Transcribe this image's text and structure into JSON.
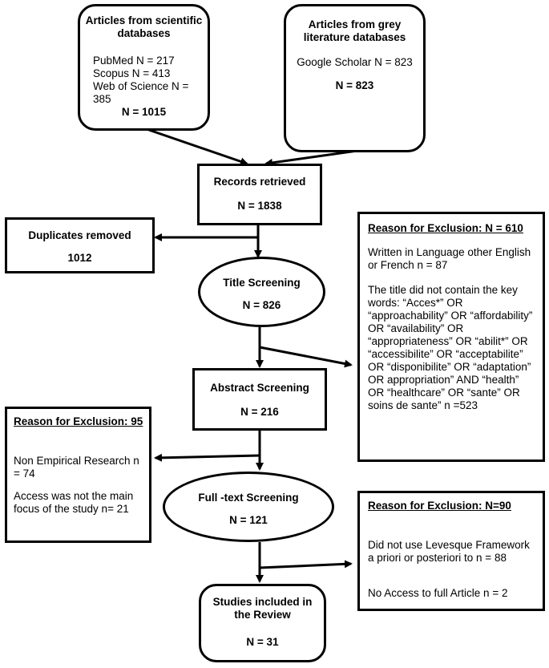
{
  "sci": {
    "title": "Articles from scientific databases",
    "line1": "PubMed N = 217",
    "line2": "Scopus N = 413",
    "line3": "Web of Science N = 385",
    "total": "N = 1015"
  },
  "grey": {
    "title": "Articles from grey literature databases",
    "line1": "Google Scholar N = 823",
    "total": "N = 823"
  },
  "retrieved": {
    "title": "Records retrieved",
    "n": "N = 1838"
  },
  "duplicates": {
    "title": "Duplicates removed",
    "n": "1012"
  },
  "title_screening": {
    "title": "Title Screening",
    "n": "N = 826"
  },
  "abstract_screening": {
    "title": "Abstract Screening",
    "n": "N = 216"
  },
  "fulltext_screening": {
    "title": "Full -text Screening",
    "n": "N = 121"
  },
  "included": {
    "title": "Studies included in the Review",
    "n": "N = 31"
  },
  "excl_title": {
    "heading": "Reason for Exclusion: N = 610",
    "p1": "Written in Language other English or French n = 87",
    "p2": "The title did not contain the key words: “Acces*” OR “approachability” OR “affordability” OR “availability” OR “appropriateness” OR “abilit*” OR “accessibilite” OR “acceptabilite” OR “disponibilite” OR “adaptation” OR appropriation” AND “health” OR “healthcare” OR “sante” OR soins de sante” n =523"
  },
  "excl_abstract": {
    "heading": "Reason for Exclusion: 95",
    "p1": "Non Empirical Research n = 74",
    "p2": "Access was not the main focus of the study n= 21"
  },
  "excl_fulltext": {
    "heading": "Reason for Exclusion: N=90",
    "p1": "Did not use Levesque Framework a priori or posteriori to n = 88",
    "p2": "No Access to full Article n = 2"
  }
}
